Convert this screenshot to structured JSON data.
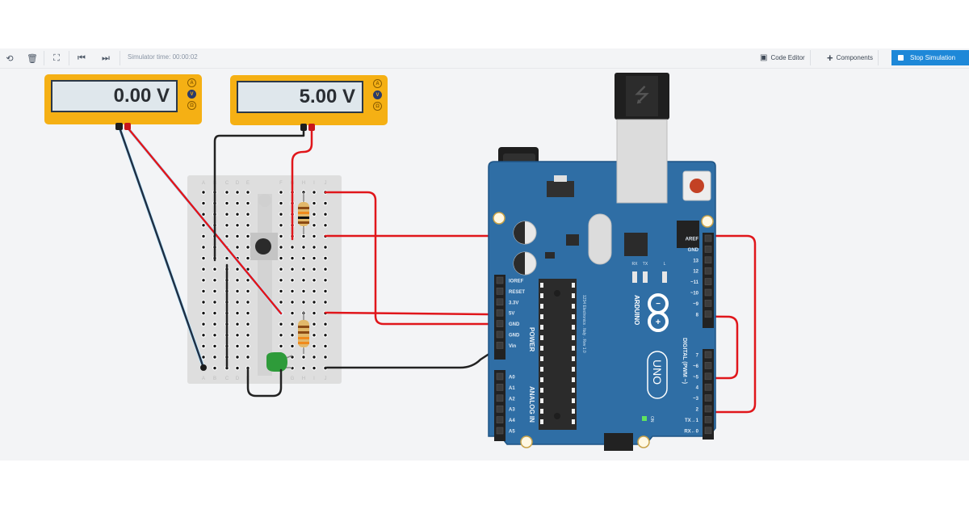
{
  "toolbar": {
    "left_icons": [
      {
        "name": "rotate-icon",
        "glyph": "⟲"
      },
      {
        "name": "trash-icon",
        "glyph": "🗑"
      },
      {
        "name": "fit-view-icon",
        "glyph": "⛶"
      },
      {
        "name": "step-back-icon",
        "glyph": "⏮"
      },
      {
        "name": "step-forward-icon",
        "glyph": "⏭"
      }
    ],
    "simulator_time": "Simulator time: 00:00:02",
    "code_editor_label": "Code Editor",
    "components_label": "Components",
    "stop_simulation_label": "Stop Simulation"
  },
  "multimeters": [
    {
      "reading": "0.00 V",
      "modes": [
        "A",
        "V",
        "Ω"
      ],
      "active_mode": "V"
    },
    {
      "reading": "5.00 V",
      "modes": [
        "A",
        "V",
        "Ω"
      ],
      "active_mode": "V"
    }
  ],
  "breadboard": {
    "column_labels_left": [
      "A",
      "B",
      "C",
      "D",
      "E"
    ],
    "column_labels_right": [
      "F",
      "G",
      "H",
      "I",
      "J"
    ],
    "rows": 17
  },
  "arduino": {
    "brand": "ARDUINO",
    "model": "UNO",
    "power_header_title": "POWER",
    "power_pins": [
      "IOREF",
      "RESET",
      "3.3V",
      "5V",
      "GND",
      "GND",
      "Vin"
    ],
    "analog_header_title": "ANALOG IN",
    "analog_pins": [
      "A0",
      "A1",
      "A2",
      "A3",
      "A4",
      "A5"
    ],
    "digital_header_title": "DIGITAL (PWM ~)",
    "digital_pins_top": [
      "AREF",
      "GND",
      "13",
      "12",
      "~11",
      "~10",
      "~9",
      "8"
    ],
    "digital_pins_bottom": [
      "7",
      "~6",
      "~5",
      "4",
      "~3",
      "2",
      "TX→1",
      "RX←0"
    ],
    "led_labels": [
      "RX",
      "TX",
      "L"
    ],
    "on_label": "ON",
    "chip_text": "1234 Electronics . Italy . Rev 1.0"
  },
  "colors": {
    "canvas_bg": "#f3f4f6",
    "wire_red": "#e0161b",
    "wire_black": "#222222",
    "board_blue": "#2f6ea5",
    "meter_yellow": "#f5b014",
    "stop_button": "#1e88d8",
    "led_green": "#2e9b3a"
  }
}
